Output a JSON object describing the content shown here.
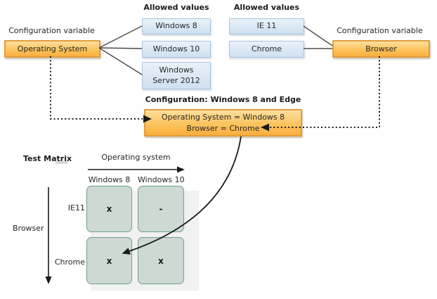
{
  "os_group": {
    "variable_label": "Configuration variable",
    "variable_name": "Operating System",
    "allowed_values_label": "Allowed values",
    "values": [
      "Windows 8",
      "Windows 10",
      "Windows Server 2012"
    ]
  },
  "browser_group": {
    "variable_label": "Configuration variable",
    "variable_name": "Browser",
    "allowed_values_label": "Allowed values",
    "values": [
      "IE 11",
      "Chrome"
    ]
  },
  "configuration": {
    "title": "Configuration: Windows 8 and Edge",
    "lines": [
      "Operating System = Windows 8",
      "Browser = Chrome"
    ]
  },
  "test_matrix": {
    "title": "Test Matrix",
    "x_axis_label": "Operating system",
    "y_axis_label": "Browser",
    "columns": [
      "Windows 8",
      "Windows 10"
    ],
    "rows": [
      "IE11",
      "Chrome"
    ],
    "cells": [
      [
        "x",
        "-"
      ],
      [
        "x",
        "x"
      ]
    ]
  },
  "colors": {
    "orange_fill": "#fbbf55",
    "orange_border": "#e19d3b",
    "blue_fill": "#dce9f5",
    "blue_border": "#a7c7e2",
    "cell_fill": "#cdd9d2",
    "cell_border": "#6fa188",
    "connector": "#4d4d4d",
    "arrow": "#1a1a1a"
  }
}
